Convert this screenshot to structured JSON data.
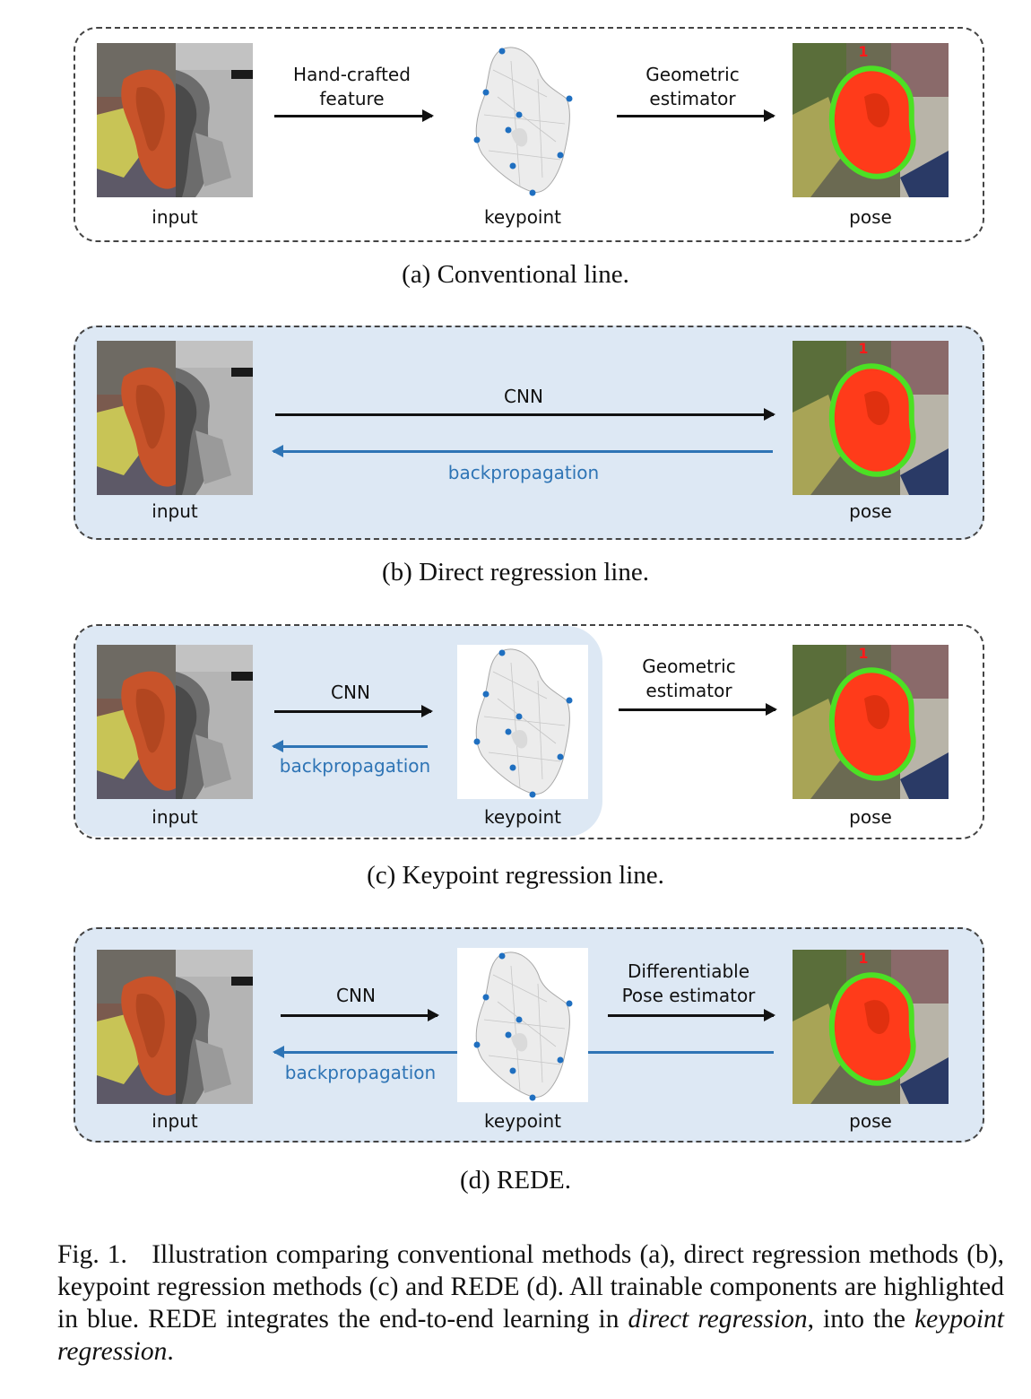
{
  "panels": {
    "a": {
      "caption": "(a) Conventional line.",
      "input_label": "input",
      "keypoint_label": "keypoint",
      "pose_label": "pose",
      "arrow1_label": "Hand-crafted\nfeature",
      "arrow2_label": "Geometric\nestimator"
    },
    "b": {
      "caption": "(b) Direct regression line.",
      "input_label": "input",
      "pose_label": "pose",
      "forward_label": "CNN",
      "backward_label": "backpropagation"
    },
    "c": {
      "caption": "(c) Keypoint regression line.",
      "input_label": "input",
      "keypoint_label": "keypoint",
      "pose_label": "pose",
      "forward_label": "CNN",
      "backward_label": "backpropagation",
      "arrow2_label": "Geometric\nestimator"
    },
    "d": {
      "caption": "(d) REDE.",
      "input_label": "input",
      "keypoint_label": "keypoint",
      "pose_label": "pose",
      "forward_label": "CNN",
      "backward_label": "backpropagation",
      "arrow2_label": "Differentiable\nPose estimator"
    }
  },
  "pose_marker": "1",
  "figure_caption": {
    "prefix": "Fig. 1.",
    "text1": "Illustration comparing conventional methods (a), direct regression methods (b), keypoint regression methods (c) and REDE (d). All trainable components are highlighted in blue. REDE integrates the end-to-end learning in ",
    "italic1": "direct regression",
    "text2": ", into the ",
    "italic2": "keypoint regression",
    "text3": "."
  },
  "colors": {
    "trainable_shade": "#dde8f4",
    "backprop_blue": "#2e74b5",
    "keypoint_dot": "#1f6fc0",
    "pose_mask": "#ff3b1a",
    "pose_outline": "#4ce024"
  }
}
